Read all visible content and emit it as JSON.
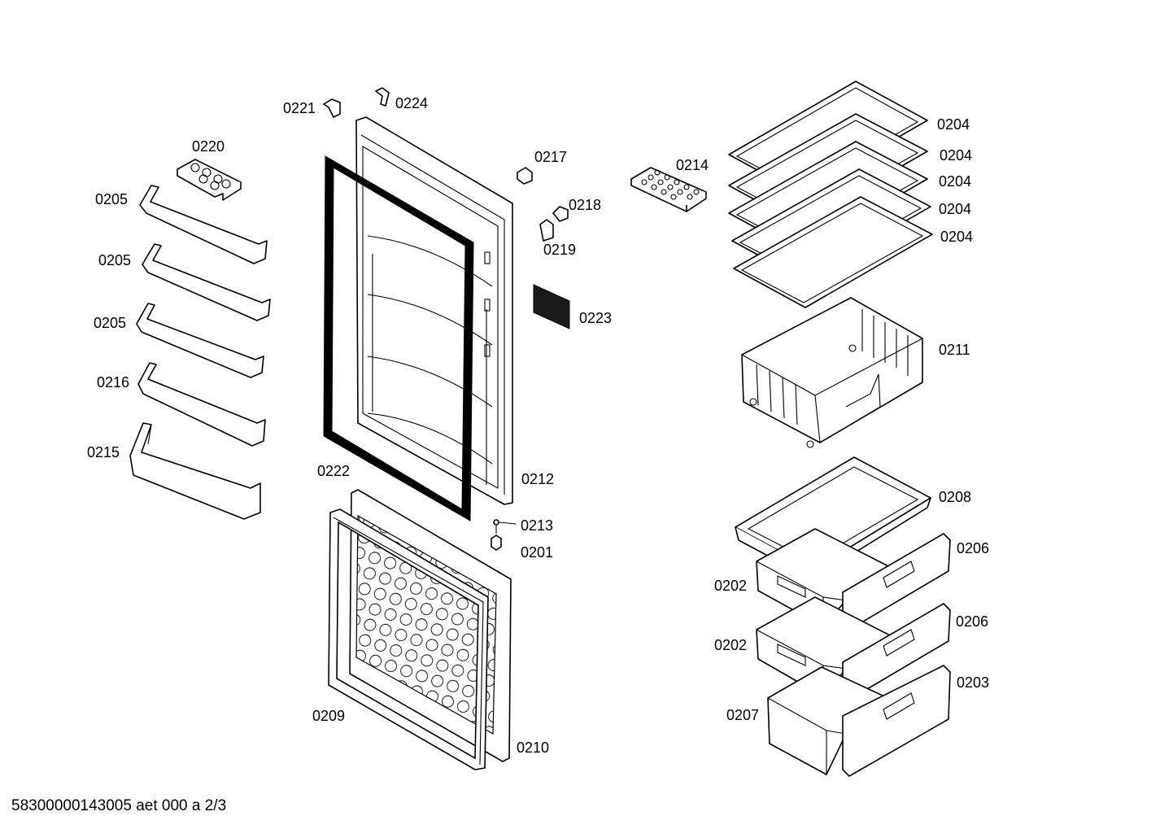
{
  "labels": {
    "p0201": "0201",
    "p0202a": "0202",
    "p0202b": "0202",
    "p0203": "0203",
    "p0204a": "0204",
    "p0204b": "0204",
    "p0204c": "0204",
    "p0204d": "0204",
    "p0204e": "0204",
    "p0205a": "0205",
    "p0205b": "0205",
    "p0205c": "0205",
    "p0206a": "0206",
    "p0206b": "0206",
    "p0207": "0207",
    "p0208": "0208",
    "p0209": "0209",
    "p0210": "0210",
    "p0211": "0211",
    "p0212": "0212",
    "p0213": "0213",
    "p0214": "0214",
    "p0215": "0215",
    "p0216": "0216",
    "p0217": "0217",
    "p0218": "0218",
    "p0219": "0219",
    "p0220": "0220",
    "p0221": "0221",
    "p0222": "0222",
    "p0223": "0223",
    "p0224": "0224"
  },
  "footer": "58300000143005 aet 000 a 2/3"
}
